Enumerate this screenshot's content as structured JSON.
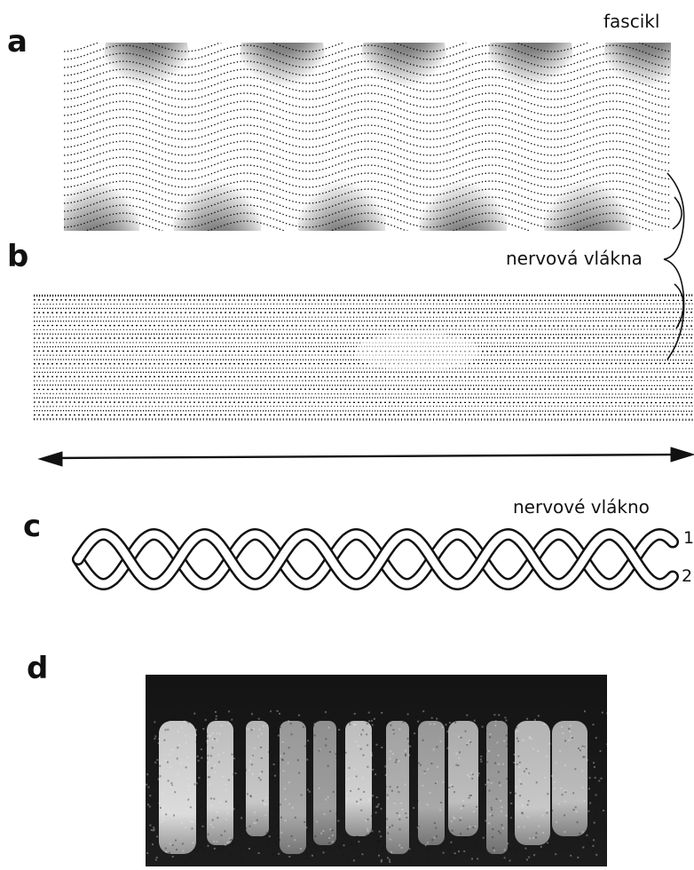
{
  "panels": {
    "a": "a",
    "b": "b",
    "c": "c",
    "d": "d"
  },
  "labels": {
    "fascicle": "fascikl",
    "nerve_fibers": "nervová vlákna",
    "nerve_fiber": "nervové vlákno",
    "strand_1": "1",
    "strand_2": "2"
  },
  "colors": {
    "ink": "#111111",
    "paper": "#ffffff",
    "photo_dark": "#1a1a1a",
    "photo_light": "#d9d9d9"
  }
}
